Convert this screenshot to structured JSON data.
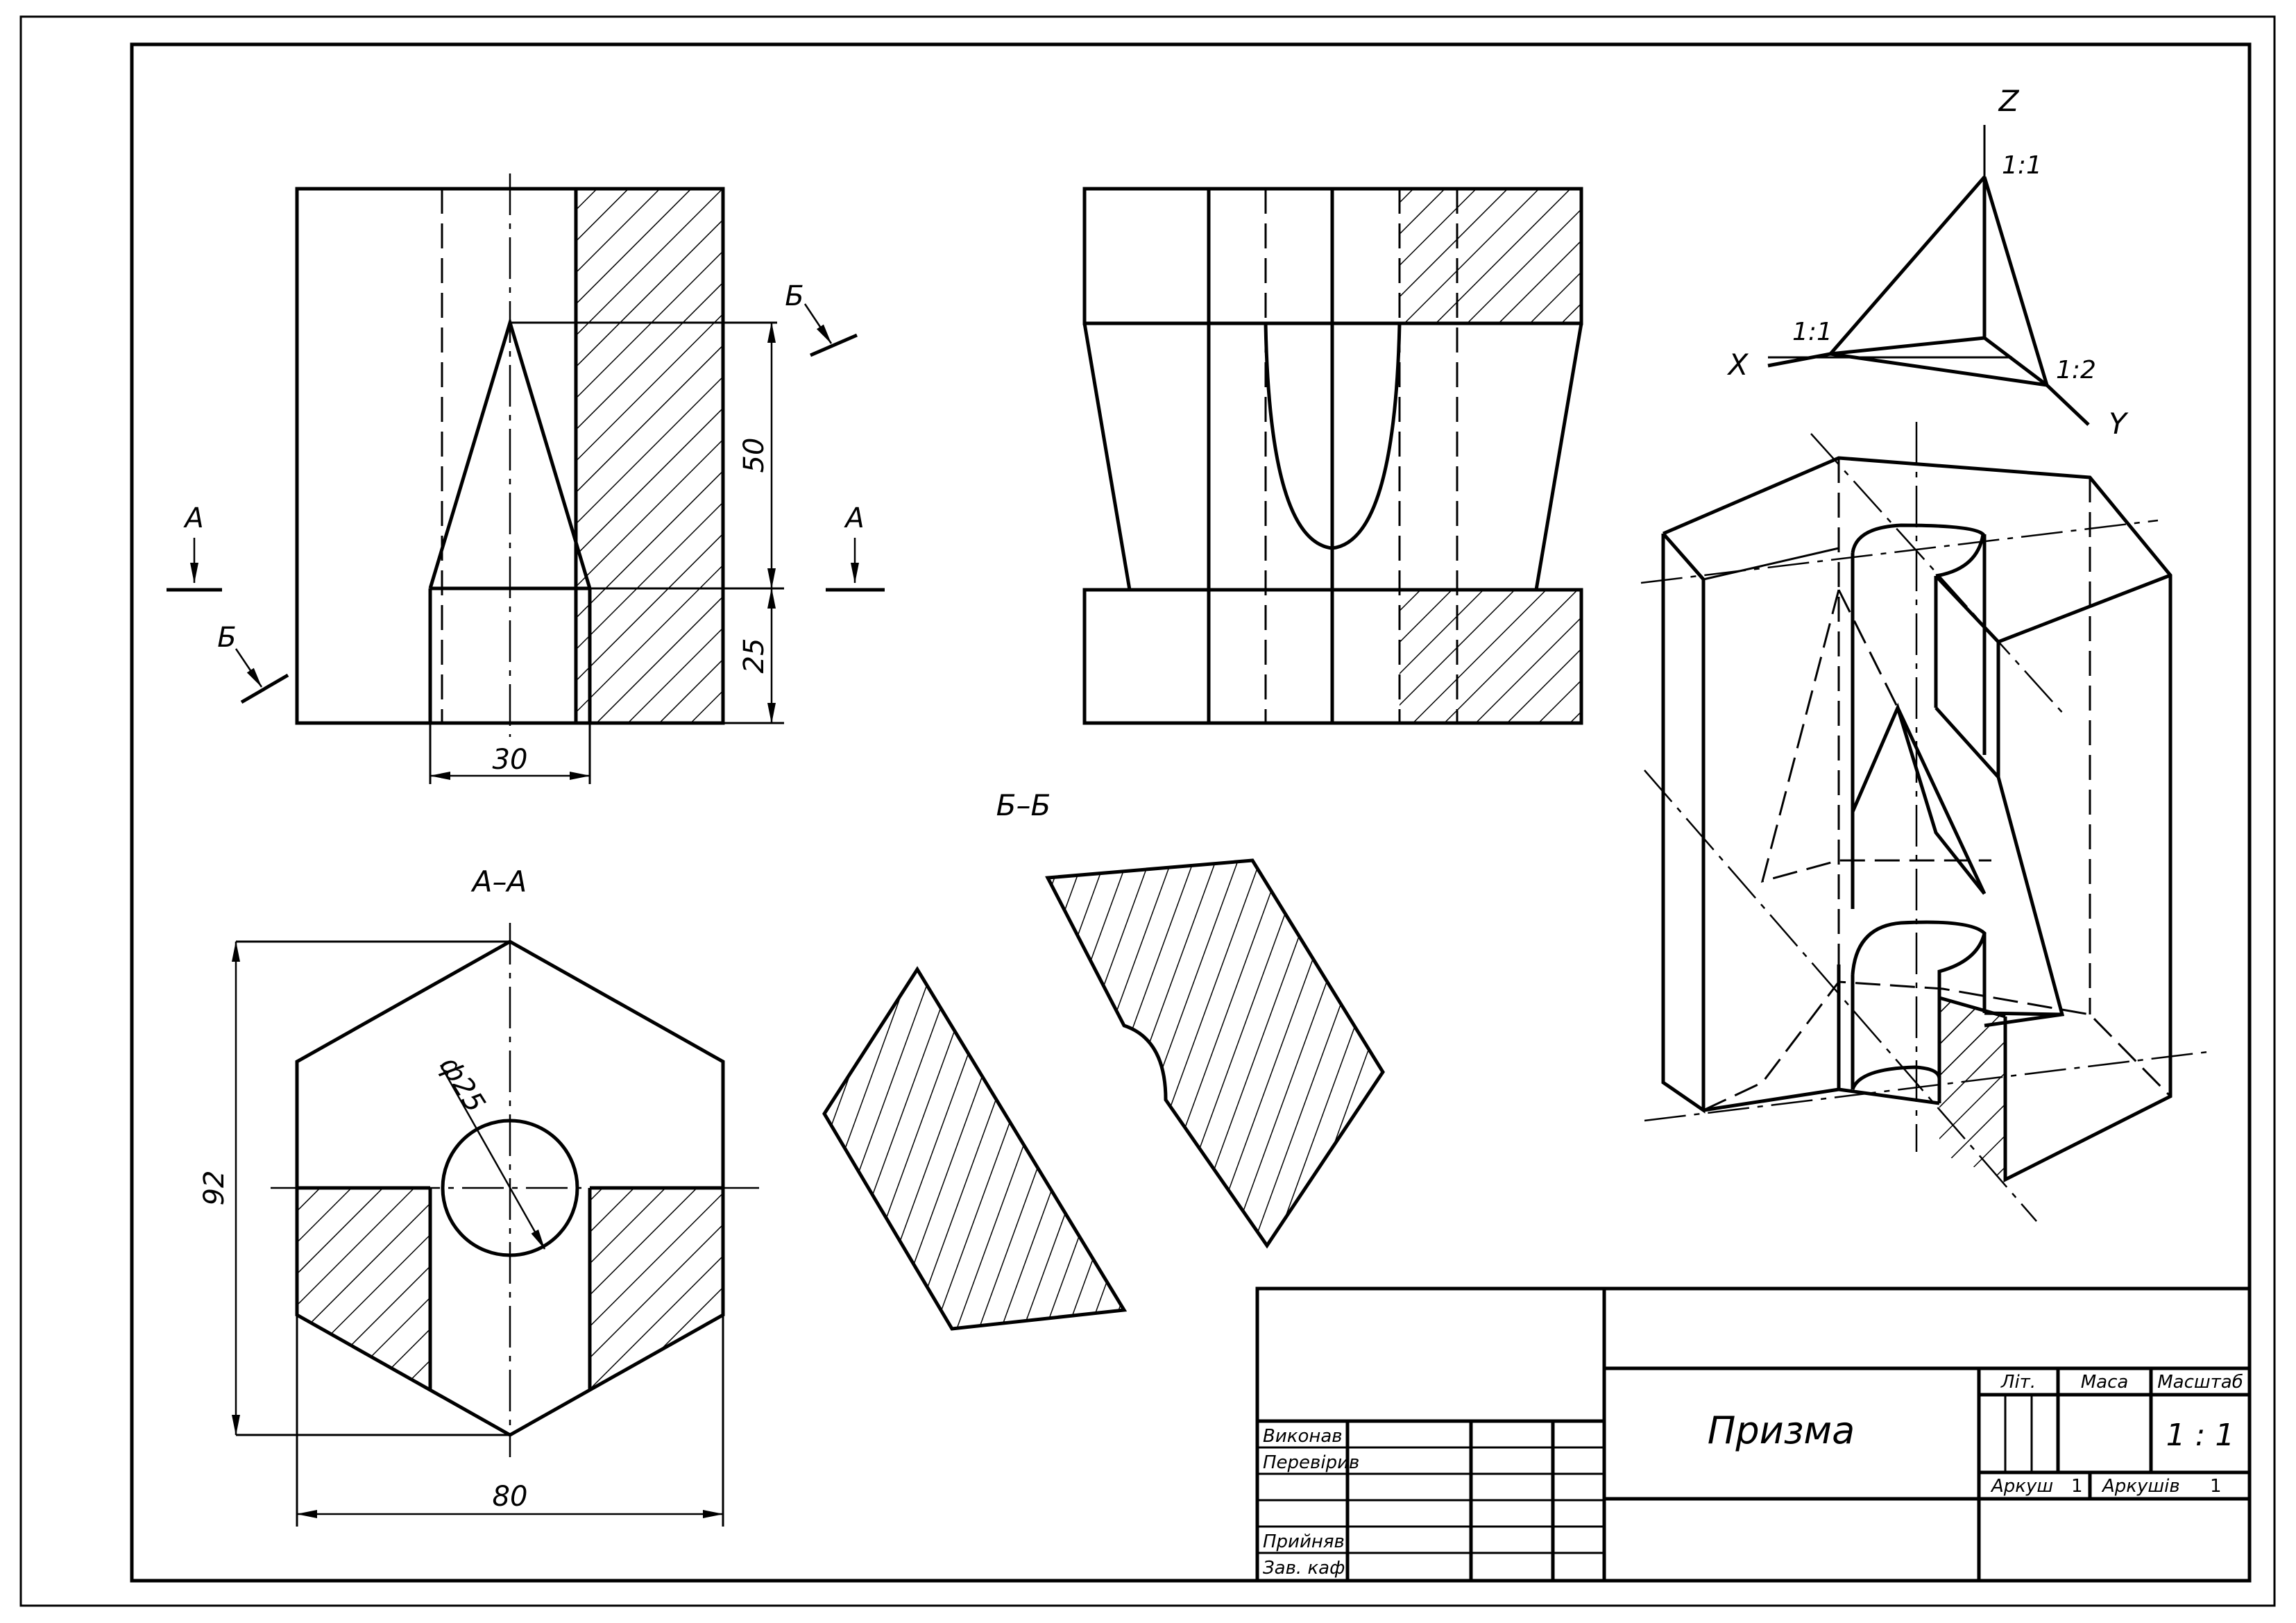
{
  "title_block": {
    "title": "Призма",
    "roles": {
      "executed": "Виконав",
      "checked": "Перевірив",
      "approved": "Прийняв",
      "head_of_dept": "Зав. каф."
    },
    "headers": {
      "lit": "Літ.",
      "mass": "Маса",
      "scale": "Масштаб"
    },
    "scale_value": "1 : 1",
    "sheet_label": "Аркуш",
    "sheet_value": "1",
    "sheets_label": "Аркушів",
    "sheets_value": "1"
  },
  "sections": {
    "aa_title": "А–А",
    "bb_title": "Б–Б",
    "a_mark": "А",
    "b_mark": "Б"
  },
  "dimensions": {
    "d50": "50",
    "d25": "25",
    "d30": "30",
    "d92": "92",
    "d80": "80",
    "d_hole": "ф25"
  },
  "axes": {
    "z": "Z",
    "x": "X",
    "y": "Y",
    "ratio_z": "1:1",
    "ratio_x": "1:1",
    "ratio_y": "1:2"
  }
}
